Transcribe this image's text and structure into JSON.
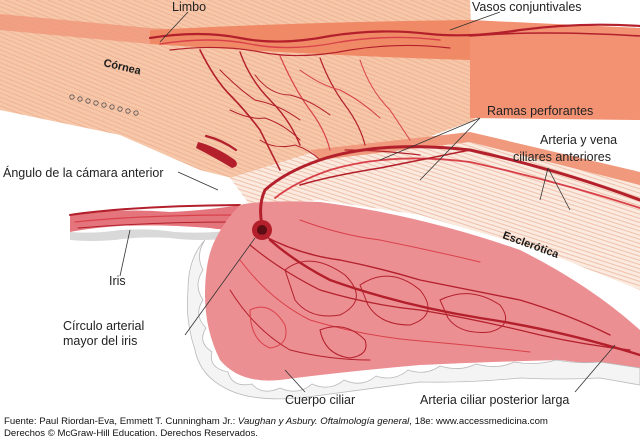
{
  "labels": {
    "limbo": "Limbo",
    "vasos": "Vasos conjuntivales",
    "cornea": "Córnea",
    "ramas": "Ramas perforantes",
    "arteria_1": "Arteria y vena",
    "arteria_2": "ciliares anteriores",
    "angulo": "Ángulo de la cámara anterior",
    "esclerotica": "Esclerótica",
    "iris": "Iris",
    "circulo_1": "Círculo arterial",
    "circulo_2": "mayor del iris",
    "cuerpo": "Cuerpo ciliar",
    "arteria_larga": "Arteria ciliar posterior larga"
  },
  "credit": {
    "line1_a": "Fuente: Paul Riordan-Eva, Emmett T. Cunningham Jr.: ",
    "line1_b": "Vaughan y Asbury. Oftalmología general",
    "line1_c": ", 18e: www.accessmedicina.com",
    "line2": "Derechos © McGraw-Hill Education. Derechos Reservados."
  },
  "colors": {
    "cornea": "#f6c7a8",
    "conjunctiva": "#f08a66",
    "sclera_band": "#fae8db",
    "sclera_lines": "#e9a486",
    "vessel": "#b3202c",
    "vessel_light": "#d9414a",
    "ciliary": "#e9848a"
  }
}
